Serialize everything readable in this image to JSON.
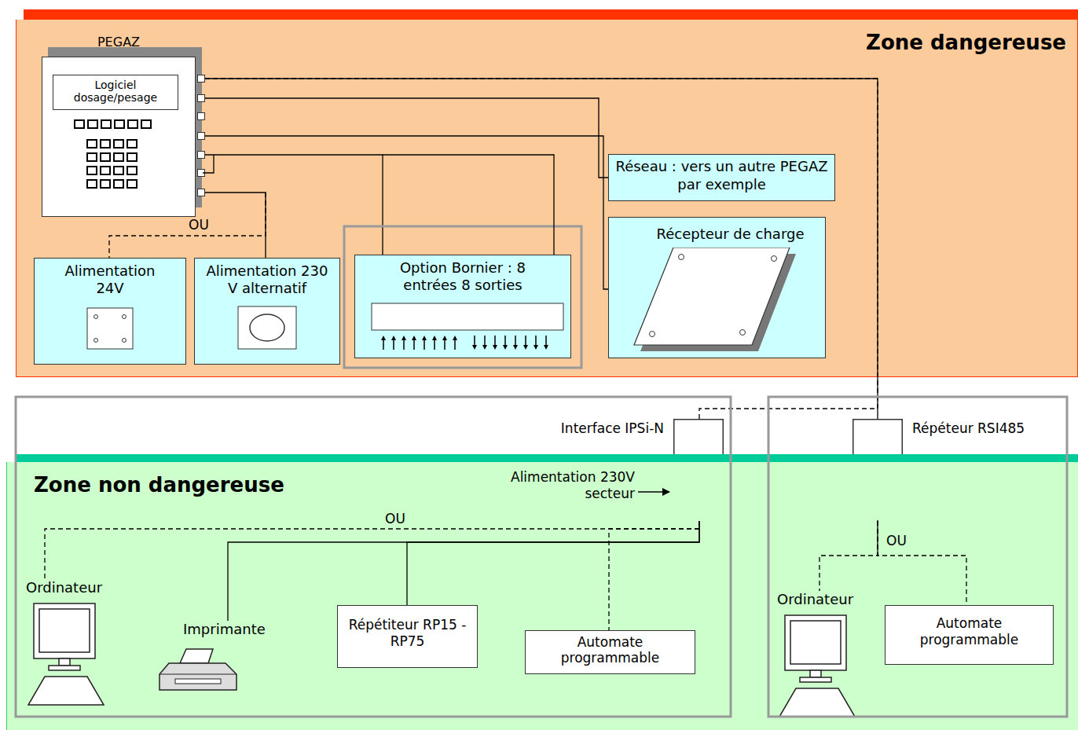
{
  "diagram": {
    "nodes": [
      {
        "text": [
          "Zone dangereuse"
        ]
      },
      {
        "text": [
          "PEGAZ"
        ],
        "in": 0
      },
      {
        "text": [
          "Logiciel dosage/pesage"
        ],
        "in": 1
      },
      {
        "text": [
          "Réseau : vers un autre PEGAZ par exemple"
        ],
        "in": 0
      },
      {
        "text": [
          "Alimentation 24V"
        ],
        "in": 0
      },
      {
        "text": [
          "Alimentation 230 V alternatif"
        ],
        "in": 0
      },
      {
        "text": [
          "Option Bornier : 8 entrées 8 sorties"
        ],
        "in": 0
      },
      {
        "text": [
          "Récepteur de charge"
        ],
        "in": 0
      },
      {
        "text": [
          "Interface IPSi-N"
        ]
      },
      {
        "text": [
          "Répéteur RSI485"
        ]
      },
      {
        "text": [
          "Zone non dangereuse"
        ]
      },
      {
        "text": [
          "Ordinateur"
        ],
        "in": 10
      },
      {
        "text": [
          "Imprimante"
        ],
        "in": 10
      },
      {
        "text": [
          "Répétiteur RP15 - RP75"
        ],
        "in": 10
      },
      {
        "text": [
          "Automate programmable"
        ],
        "in": 10
      },
      {
        "text": [
          "Ordinateur"
        ],
        "in": 10
      },
      {
        "text": [
          "Automate programmable"
        ],
        "in": 10
      }
    ],
    "edges": [
      {
        "from": 1,
        "to": 9,
        "arrow": "none"
      },
      {
        "from": 1,
        "to": 8,
        "arrow": "none"
      },
      {
        "from": 1,
        "to": 3,
        "arrow": "none"
      },
      {
        "from": 1,
        "to": 7,
        "arrow": "none"
      },
      {
        "from": 1,
        "to": 6,
        "arrow": "none"
      },
      {
        "from": 1,
        "to": 4,
        "arrow": "none"
      },
      {
        "from": 1,
        "to": 5,
        "arrow": "none"
      },
      {
        "from": 8,
        "to": 11,
        "arrow": "none"
      },
      {
        "from": 8,
        "to": 12,
        "arrow": "none"
      },
      {
        "from": 8,
        "to": 13,
        "arrow": "none"
      },
      {
        "from": 8,
        "to": 14,
        "arrow": "none"
      },
      {
        "from": 9,
        "to": 15,
        "arrow": "none"
      },
      {
        "from": 9,
        "to": 16,
        "arrow": "none"
      }
    ],
    "labels": [
      "OU",
      "OU",
      "OU",
      "Alimentation 230V secteur"
    ]
  }
}
